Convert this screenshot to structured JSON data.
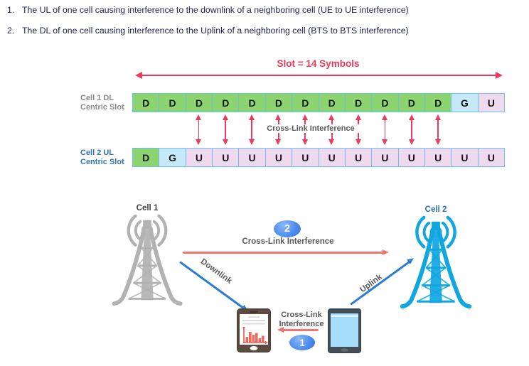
{
  "intro": {
    "items": [
      {
        "num": "1.",
        "text": "The UL of one cell causing interference to the downlink of a neighboring cell (UE to UE interference)"
      },
      {
        "num": "2.",
        "text": "The DL of one cell causing interference to the Uplink of a neighboring cell (BTS to BTS interference)"
      }
    ]
  },
  "slot_diagram": {
    "slot_label": "Slot = 14 Symbols",
    "interference_label": "Cross-Link Interference",
    "interference_arrow_columns": [
      3,
      4,
      5,
      6,
      7,
      8,
      9,
      10,
      11,
      12
    ],
    "rows": [
      {
        "label1": "Cell 1 DL",
        "label2": "Centric Slot",
        "label_style": "gray",
        "symbols": [
          "D",
          "D",
          "D",
          "D",
          "D",
          "D",
          "D",
          "D",
          "D",
          "D",
          "D",
          "D",
          "G",
          "U"
        ]
      },
      {
        "label1": "Cell 2 UL",
        "label2": "Centric Slot",
        "label_style": "blue",
        "symbols": [
          "D",
          "G",
          "U",
          "U",
          "U",
          "U",
          "U",
          "U",
          "U",
          "U",
          "U",
          "U",
          "U",
          "U"
        ]
      }
    ]
  },
  "network_diagram": {
    "cell1_label": "Cell 1",
    "cell2_label": "Cell 2",
    "badge2": "2",
    "badge1": "1",
    "cli_top_label": "Cross-Link Interference",
    "downlink_label": "Downlink",
    "uplink_label": "Uplink",
    "cli_bottom_line1": "Cross-Link",
    "cli_bottom_line2": "Interference",
    "icons": {
      "cell1": "radio-tower-icon",
      "cell2": "radio-tower-icon",
      "left_device": "smartphone-bar-chart-icon",
      "right_device": "tablet-icon"
    }
  },
  "colors": {
    "navy": "#23234f",
    "red": "#ed3a5c",
    "salmon": "#f4736c",
    "blue_arrow": "#2b7cd3",
    "gray_text": "#595959",
    "label_gray": "#8a8a8a",
    "label_blue": "#2e75b6",
    "cell_d": "#8cd470",
    "cell_g": "#c6e9f9",
    "cell_u": "#efd9ef",
    "cell_border": "#6ec0e4",
    "tower_gray": "#b2b2b2",
    "tower_cyan": "#0fa6e2",
    "badge_blue": "#4a8bea"
  }
}
